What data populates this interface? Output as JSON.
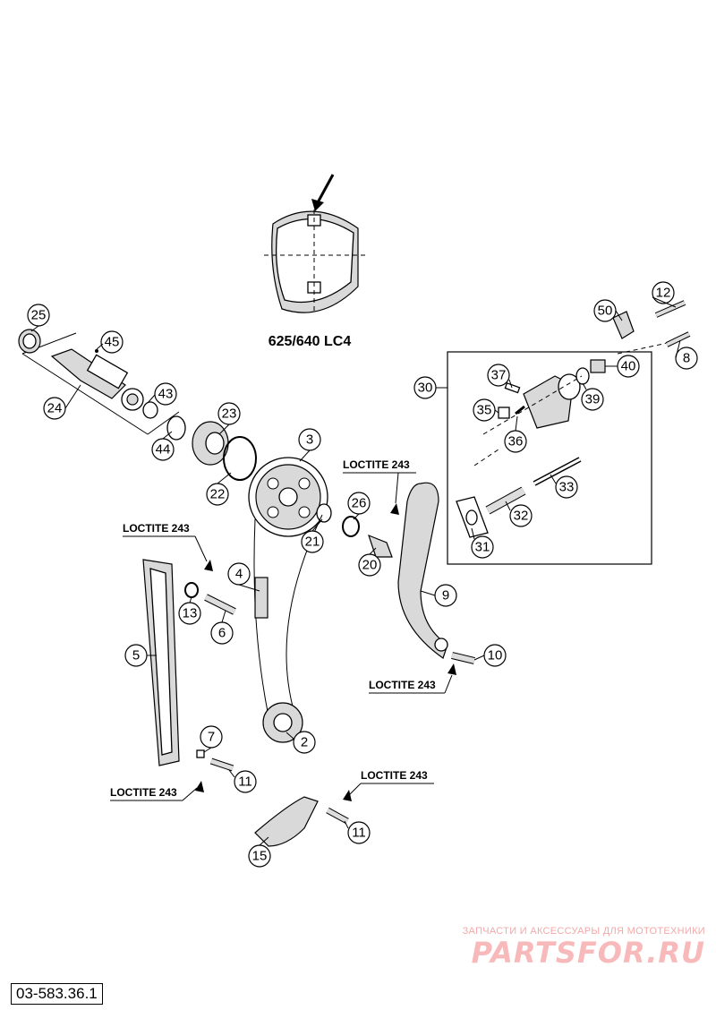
{
  "diagram": {
    "detail_caption": "625/640 LC4",
    "drawing_id": "03-583.36.1",
    "loctite_label": "LOCTITE 243",
    "callouts": [
      "25",
      "45",
      "24",
      "43",
      "44",
      "23",
      "22",
      "3",
      "21",
      "26",
      "20",
      "4",
      "6",
      "13",
      "5",
      "7",
      "11",
      "2",
      "11",
      "15",
      "12",
      "50",
      "8",
      "40",
      "30",
      "37",
      "35",
      "36",
      "39",
      "33",
      "32",
      "31",
      "9",
      "10"
    ]
  },
  "watermark": {
    "tagline": "ЗАПЧАСТИ И АКСЕССУАРЫ ДЛЯ МОТОТЕХНИКИ",
    "brand": "PARTSFOR.RU"
  }
}
